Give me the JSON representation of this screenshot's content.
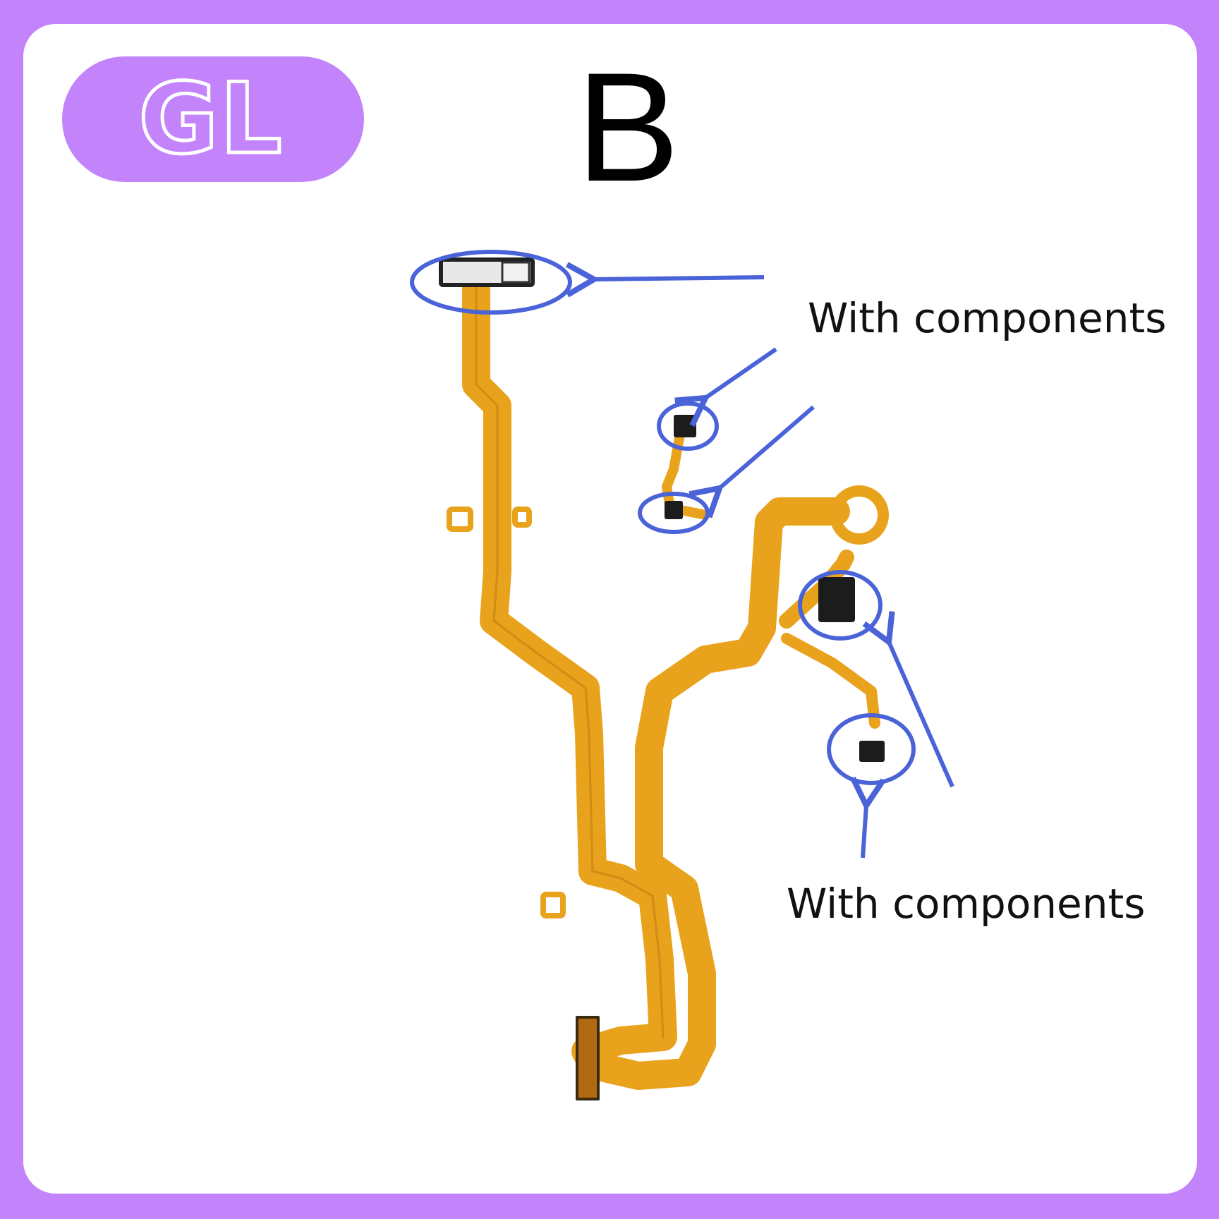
{
  "brand": {
    "logo_text": "GL"
  },
  "variant": {
    "letter": "B"
  },
  "annotations": {
    "caption_top": "With components",
    "caption_bottom": "With components"
  },
  "colors": {
    "frame_purple": "#c283fb",
    "flex_cable_orange": "#e8a21c",
    "annotation_blue": "#4a63d8",
    "component_black": "#1c1c1c"
  }
}
